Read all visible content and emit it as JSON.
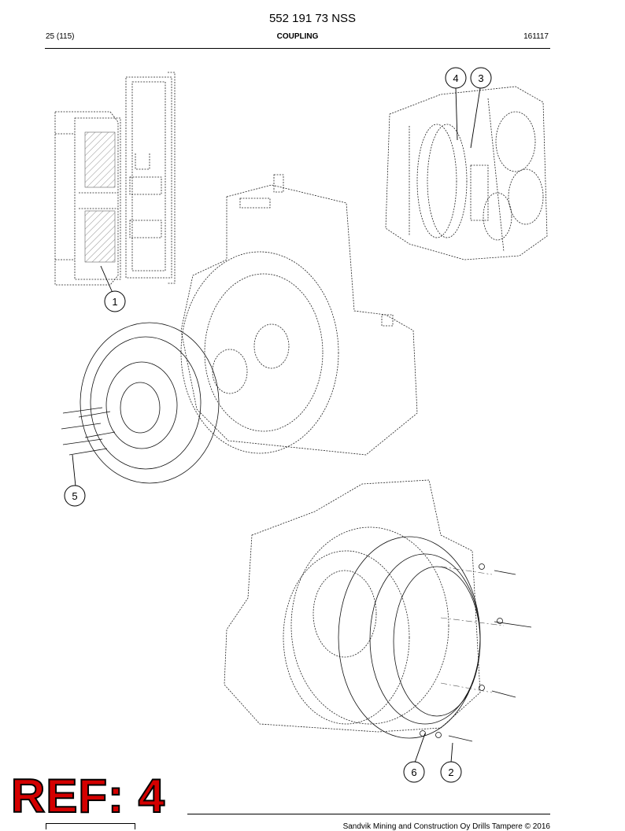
{
  "header": {
    "doc_number": "552 191 73 NSS",
    "page": "25 (115)",
    "section": "COUPLING",
    "date": "161117"
  },
  "callouts": {
    "c1": "1",
    "c2": "2",
    "c3": "3",
    "c4": "4",
    "c5": "5",
    "c6": "6"
  },
  "stamp": "REF: 4",
  "footer": "Sandvik Mining and Construction Oy Drills Tampere © 2016"
}
